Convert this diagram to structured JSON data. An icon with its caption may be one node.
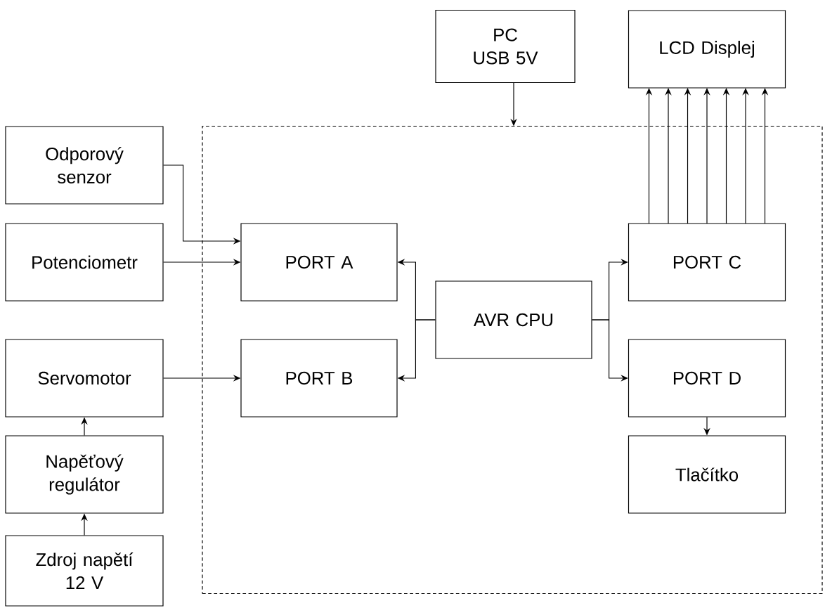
{
  "diagram": {
    "nodes": [
      {
        "text": [],
        "shape": "box"
      },
      {
        "text": [
          "PC USB 5V"
        ]
      },
      {
        "text": [
          "LCD Displej"
        ]
      },
      {
        "text": [
          "Odporový senzor"
        ]
      },
      {
        "text": [
          "Potenciometr"
        ]
      },
      {
        "text": [
          "Servomotor"
        ]
      },
      {
        "text": [
          "Napěťový regulátor"
        ]
      },
      {
        "text": [
          "Zdroj napětí 12 V"
        ]
      },
      {
        "text": [
          "PORT A"
        ],
        "in": 0
      },
      {
        "text": [
          "PORT B"
        ],
        "in": 0
      },
      {
        "text": [
          "AVR CPU"
        ],
        "in": 0
      },
      {
        "text": [
          "PORT C"
        ],
        "in": 0
      },
      {
        "text": [
          "PORT D"
        ],
        "in": 0
      },
      {
        "text": [
          "Tlačítko"
        ],
        "in": 0
      }
    ],
    "edges": [
      {
        "from": 1,
        "to": 0,
        "arrow": "to"
      },
      {
        "from": 3,
        "to": 8,
        "arrow": "to"
      },
      {
        "from": 4,
        "to": 8,
        "arrow": "to"
      },
      {
        "from": 5,
        "to": 9,
        "arrow": "to"
      },
      {
        "from": 6,
        "to": 5,
        "arrow": "to"
      },
      {
        "from": 7,
        "to": 6,
        "arrow": "to"
      },
      {
        "from": 10,
        "to": 8,
        "arrow": "to"
      },
      {
        "from": 10,
        "to": 9,
        "arrow": "to"
      },
      {
        "from": 10,
        "to": 11,
        "arrow": "to"
      },
      {
        "from": 10,
        "to": 12,
        "arrow": "to"
      },
      {
        "from": 11,
        "to": 2,
        "arrow": "to"
      },
      {
        "from": 11,
        "to": 2,
        "arrow": "to"
      },
      {
        "from": 11,
        "to": 2,
        "arrow": "to"
      },
      {
        "from": 11,
        "to": 2,
        "arrow": "to"
      },
      {
        "from": 11,
        "to": 2,
        "arrow": "to"
      },
      {
        "from": 11,
        "to": 2,
        "arrow": "to"
      },
      {
        "from": 11,
        "to": 2,
        "arrow": "to"
      },
      {
        "from": 12,
        "to": 13,
        "arrow": "to"
      }
    ]
  }
}
